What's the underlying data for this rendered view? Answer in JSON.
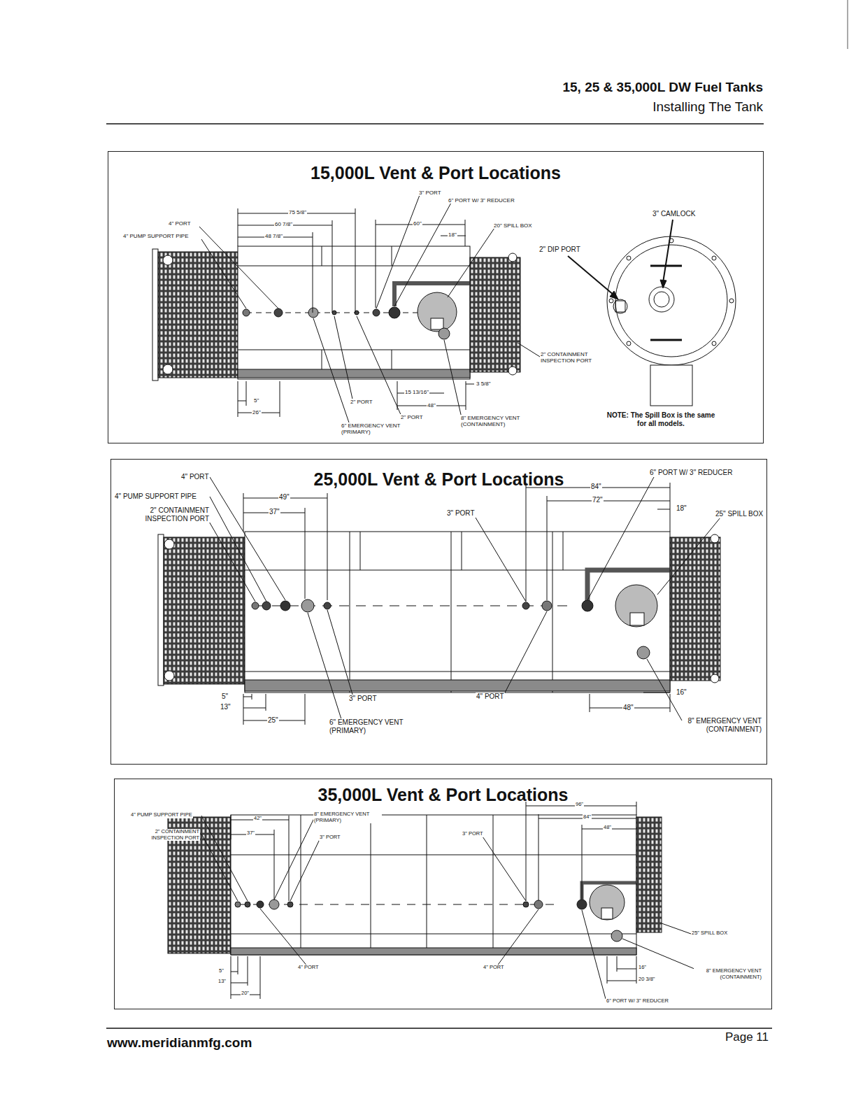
{
  "diagram": {
    "title": "15, 25 & 35,000L DW Fuel Tanks",
    "nodes": [
      {
        "text": [
          "15,000L Vent & Port Locations"
        ]
      },
      {
        "text": [
          "25,000L Vent & Port Locations"
        ]
      },
      {
        "text": [
          "35,000L Vent & Port Locations"
        ]
      }
    ],
    "labels": [
      "Installing The Tank",
      "3\" PORT",
      "6\" PORT W/ 3\" REDUCER",
      "4\" PORT",
      "4\" PUMP SUPPORT PIPE",
      "75 5/8\"",
      "60 7/8\"",
      "48 7/8\"",
      "60\"",
      "20\" SPILL BOX",
      "18\"",
      "3\" CAMLOCK",
      "2\" DIP PORT",
      "2\" CONTAINMENT INSPECTION PORT",
      "3 5/8\"",
      "15 13/16\"",
      "48\"",
      "5\"",
      "26\"",
      "2\" PORT",
      "2\" PORT",
      "6\" EMERGENCY VENT (PRIMARY)",
      "8\" EMERGENCY VENT (CONTAINMENT)",
      "NOTE: The Spill Box is the same for all models.",
      "4\" PORT",
      "4\" PUMP SUPPORT PIPE",
      "2\" CONTAINMENT INSPECTION PORT",
      "49\"",
      "37\"",
      "3\" PORT",
      "84\"",
      "72\"",
      "18\"",
      "6\" PORT W/ 3\" REDUCER",
      "25\" SPILL BOX",
      "5\"",
      "13\"",
      "25\"",
      "3\" PORT",
      "6\" EMERGENCY VENT (PRIMARY)",
      "4\" PORT",
      "16\"",
      "48\"",
      "8\" EMERGENCY VENT (CONTAINMENT)",
      "4\" PUMP SUPPORT PIPE",
      "2\" CONTAINMENT INSPECTION PORT",
      "42\"",
      "37\"",
      "8\" EMERGENCY VENT (PRIMARY)",
      "3\" PORT",
      "3\" PORT",
      "96\"",
      "84\"",
      "48\"",
      "25\" SPILL BOX",
      "4\" PORT",
      "4\" PORT",
      "5\"",
      "13\"",
      "20\"",
      "16\"",
      "20 3/8\"",
      "8\" EMERGENCY VENT (CONTAINMENT)",
      "6\" PORT W/ 3\" REDUCER",
      "www.meridianmfg.com",
      "Page 11"
    ]
  }
}
